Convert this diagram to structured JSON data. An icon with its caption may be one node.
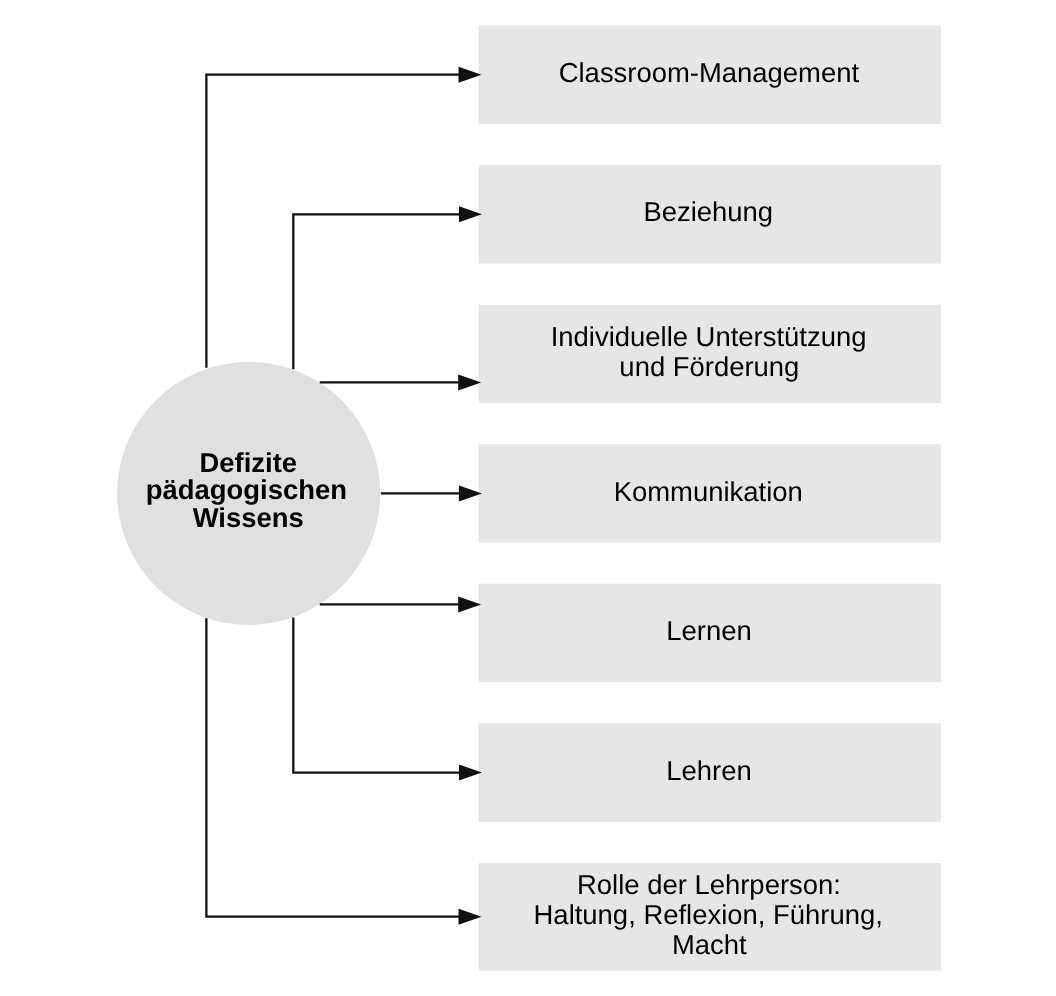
{
  "diagram": {
    "nodes": [
      {
        "text": [
          "Defizite pädagogischen Wissens"
        ]
      },
      {
        "text": [
          "Classroom-Management"
        ]
      },
      {
        "text": [
          "Beziehung"
        ]
      },
      {
        "text": [
          "Individuelle Unterstützung und Förderung"
        ]
      },
      {
        "text": [
          "Kommunikation"
        ]
      },
      {
        "text": [
          "Lernen"
        ]
      },
      {
        "text": [
          "Lehren"
        ]
      },
      {
        "text": [
          "Rolle der Lehrperson: Haltung, Reflexion, Führung, Macht"
        ]
      }
    ],
    "edges": [
      {
        "from": 0,
        "to": 1,
        "arrow": "to"
      },
      {
        "from": 0,
        "to": 2,
        "arrow": "to"
      },
      {
        "from": 0,
        "to": 3,
        "arrow": "to"
      },
      {
        "from": 0,
        "to": 4,
        "arrow": "to"
      },
      {
        "from": 0,
        "to": 5,
        "arrow": "to"
      },
      {
        "from": 0,
        "to": 6,
        "arrow": "to"
      },
      {
        "from": 0,
        "to": 7,
        "arrow": "to"
      }
    ]
  }
}
